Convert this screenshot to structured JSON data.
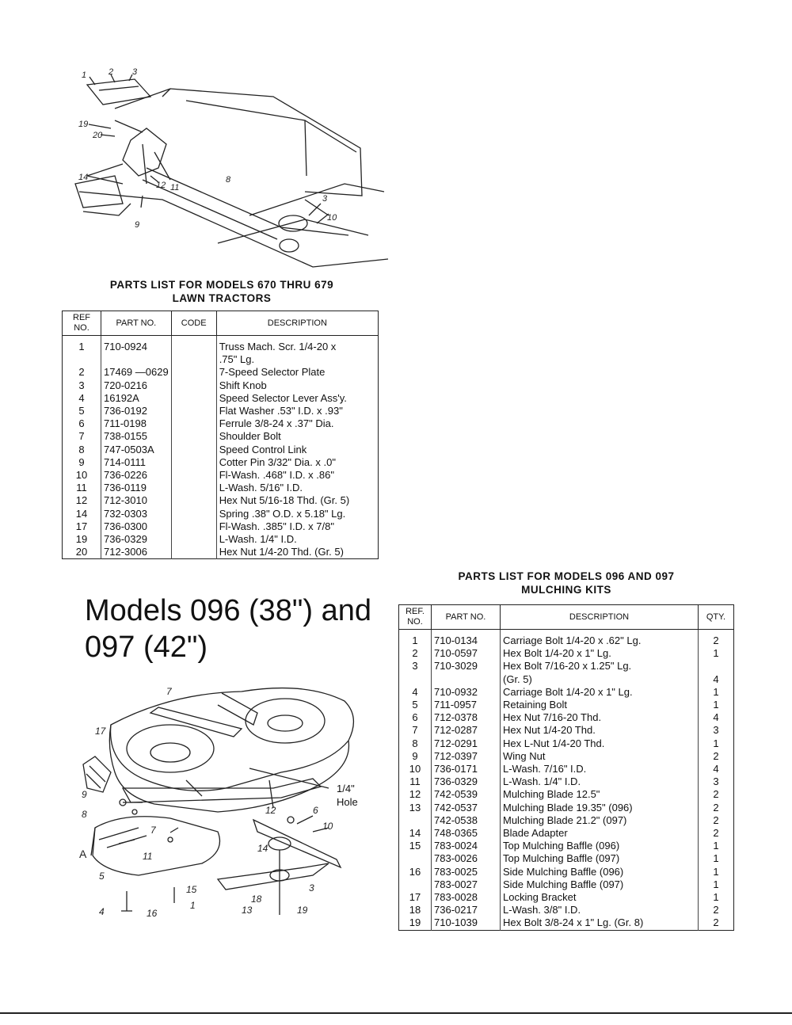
{
  "table1": {
    "title_line1": "PARTS LIST FOR MODELS 670 THRU 679",
    "title_line2": "LAWN TRACTORS",
    "headers": {
      "ref": "REF NO.",
      "part": "PART NO.",
      "code": "CODE",
      "desc": "DESCRIPTION"
    },
    "rows": [
      {
        "ref": "1",
        "part": "710-0924",
        "code": "",
        "desc": "Truss Mach. Scr. 1/4-20 x"
      },
      {
        "ref": "",
        "part": "",
        "code": "",
        "desc": ".75\" Lg."
      },
      {
        "ref": "2",
        "part": "17469 —0629",
        "code": "",
        "desc": "7-Speed Selector Plate"
      },
      {
        "ref": "3",
        "part": "720-0216",
        "code": "",
        "desc": "Shift Knob"
      },
      {
        "ref": "4",
        "part": "16192A",
        "code": "",
        "desc": "Speed Selector Lever Ass'y."
      },
      {
        "ref": "5",
        "part": "736-0192",
        "code": "",
        "desc": "Flat Washer .53\" I.D. x .93\""
      },
      {
        "ref": "6",
        "part": "711-0198",
        "code": "",
        "desc": "Ferrule 3/8-24 x .37\" Dia."
      },
      {
        "ref": "7",
        "part": "738-0155",
        "code": "",
        "desc": "Shoulder Bolt"
      },
      {
        "ref": "8",
        "part": "747-0503A",
        "code": "",
        "desc": "Speed Control Link"
      },
      {
        "ref": "9",
        "part": "714-0111",
        "code": "",
        "desc": "Cotter Pin 3/32\" Dia. x .0\""
      },
      {
        "ref": "10",
        "part": "736-0226",
        "code": "",
        "desc": "Fl-Wash. .468\" I.D. x .86\""
      },
      {
        "ref": "11",
        "part": "736-0119",
        "code": "",
        "desc": "L-Wash. 5/16\" I.D."
      },
      {
        "ref": "12",
        "part": "712-3010",
        "code": "",
        "desc": "Hex Nut 5/16-18 Thd. (Gr. 5)"
      },
      {
        "ref": "14",
        "part": "732-0303",
        "code": "",
        "desc": "Spring .38\" O.D. x 5.18\" Lg."
      },
      {
        "ref": "17",
        "part": "736-0300",
        "code": "",
        "desc": "Fl-Wash. .385\" I.D. x 7/8\""
      },
      {
        "ref": "19",
        "part": "736-0329",
        "code": "",
        "desc": "L-Wash. 1/4\" I.D."
      },
      {
        "ref": "20",
        "part": "712-3006",
        "code": "",
        "desc": "Hex Nut 1/4-20 Thd. (Gr. 5)"
      }
    ]
  },
  "models_heading_line1": "Models 096 (38\") and",
  "models_heading_line2": "097 (42\")",
  "table2": {
    "title_line1": "PARTS LIST FOR MODELS 096 AND 097",
    "title_line2": "MULCHING KITS",
    "headers": {
      "ref": "REF. NO.",
      "part": "PART NO.",
      "desc": "DESCRIPTION",
      "qty": "QTY."
    },
    "rows": [
      {
        "ref": "1",
        "part": "710-0134",
        "desc": "Carriage Bolt 1/4-20 x .62\" Lg.",
        "qty": "2"
      },
      {
        "ref": "2",
        "part": "710-0597",
        "desc": "Hex Bolt 1/4-20 x 1\" Lg.",
        "qty": "1"
      },
      {
        "ref": "3",
        "part": "710-3029",
        "desc": "Hex Bolt 7/16-20 x 1.25\" Lg.",
        "qty": ""
      },
      {
        "ref": "",
        "part": "",
        "desc": "(Gr. 5)",
        "qty": "4"
      },
      {
        "ref": "4",
        "part": "710-0932",
        "desc": "Carriage Bolt 1/4-20 x 1\" Lg.",
        "qty": "1"
      },
      {
        "ref": "5",
        "part": "711-0957",
        "desc": "Retaining Bolt",
        "qty": "1"
      },
      {
        "ref": "6",
        "part": "712-0378",
        "desc": "Hex Nut 7/16-20 Thd.",
        "qty": "4"
      },
      {
        "ref": "7",
        "part": "712-0287",
        "desc": "Hex Nut 1/4-20 Thd.",
        "qty": "3"
      },
      {
        "ref": "8",
        "part": "712-0291",
        "desc": "Hex L-Nut 1/4-20 Thd.",
        "qty": "1"
      },
      {
        "ref": "9",
        "part": "712-0397",
        "desc": "Wing Nut",
        "qty": "2"
      },
      {
        "ref": "10",
        "part": "736-0171",
        "desc": "L-Wash. 7/16\" I.D.",
        "qty": "4"
      },
      {
        "ref": "11",
        "part": "736-0329",
        "desc": "L-Wash. 1/4\" I.D.",
        "qty": "3"
      },
      {
        "ref": "12",
        "part": "742-0539",
        "desc": "Mulching Blade 12.5\"",
        "qty": "2"
      },
      {
        "ref": "13",
        "part": "742-0537",
        "desc": "Mulching Blade 19.35\" (096)",
        "qty": "2"
      },
      {
        "ref": "",
        "part": "742-0538",
        "desc": "Mulching Blade 21.2\" (097)",
        "qty": "2"
      },
      {
        "ref": "14",
        "part": "748-0365",
        "desc": "Blade Adapter",
        "qty": "2"
      },
      {
        "ref": "15",
        "part": "783-0024",
        "desc": "Top Mulching Baffle (096)",
        "qty": "1"
      },
      {
        "ref": "",
        "part": "783-0026",
        "desc": "Top Mulching Baffle (097)",
        "qty": "1"
      },
      {
        "ref": "16",
        "part": "783-0025",
        "desc": "Side Mulching Baffle (096)",
        "qty": "1"
      },
      {
        "ref": "",
        "part": "783-0027",
        "desc": "Side Mulching Baffle (097)",
        "qty": "1"
      },
      {
        "ref": "17",
        "part": "783-0028",
        "desc": "Locking Bracket",
        "qty": "1"
      },
      {
        "ref": "18",
        "part": "736-0217",
        "desc": "L-Wash. 3/8\" I.D.",
        "qty": "2"
      },
      {
        "ref": "19",
        "part": "710-1039",
        "desc": "Hex Bolt 3/8-24 x 1\" Lg. (Gr. 8)",
        "qty": "2"
      }
    ]
  },
  "diagram1_callouts": [
    "1",
    "2",
    "3",
    "19",
    "20",
    "14",
    "12",
    "11",
    "8",
    "9",
    "10",
    "3"
  ],
  "diagram2_callouts": [
    "7",
    "17",
    "9",
    "8",
    "A",
    "11",
    "7",
    "5",
    "4",
    "16",
    "1",
    "15",
    "12",
    "6",
    "10",
    "14",
    "13",
    "18",
    "3",
    "19"
  ],
  "diagram2_hole_label_line1": "1/4\"",
  "diagram2_hole_label_line2": "Hole"
}
